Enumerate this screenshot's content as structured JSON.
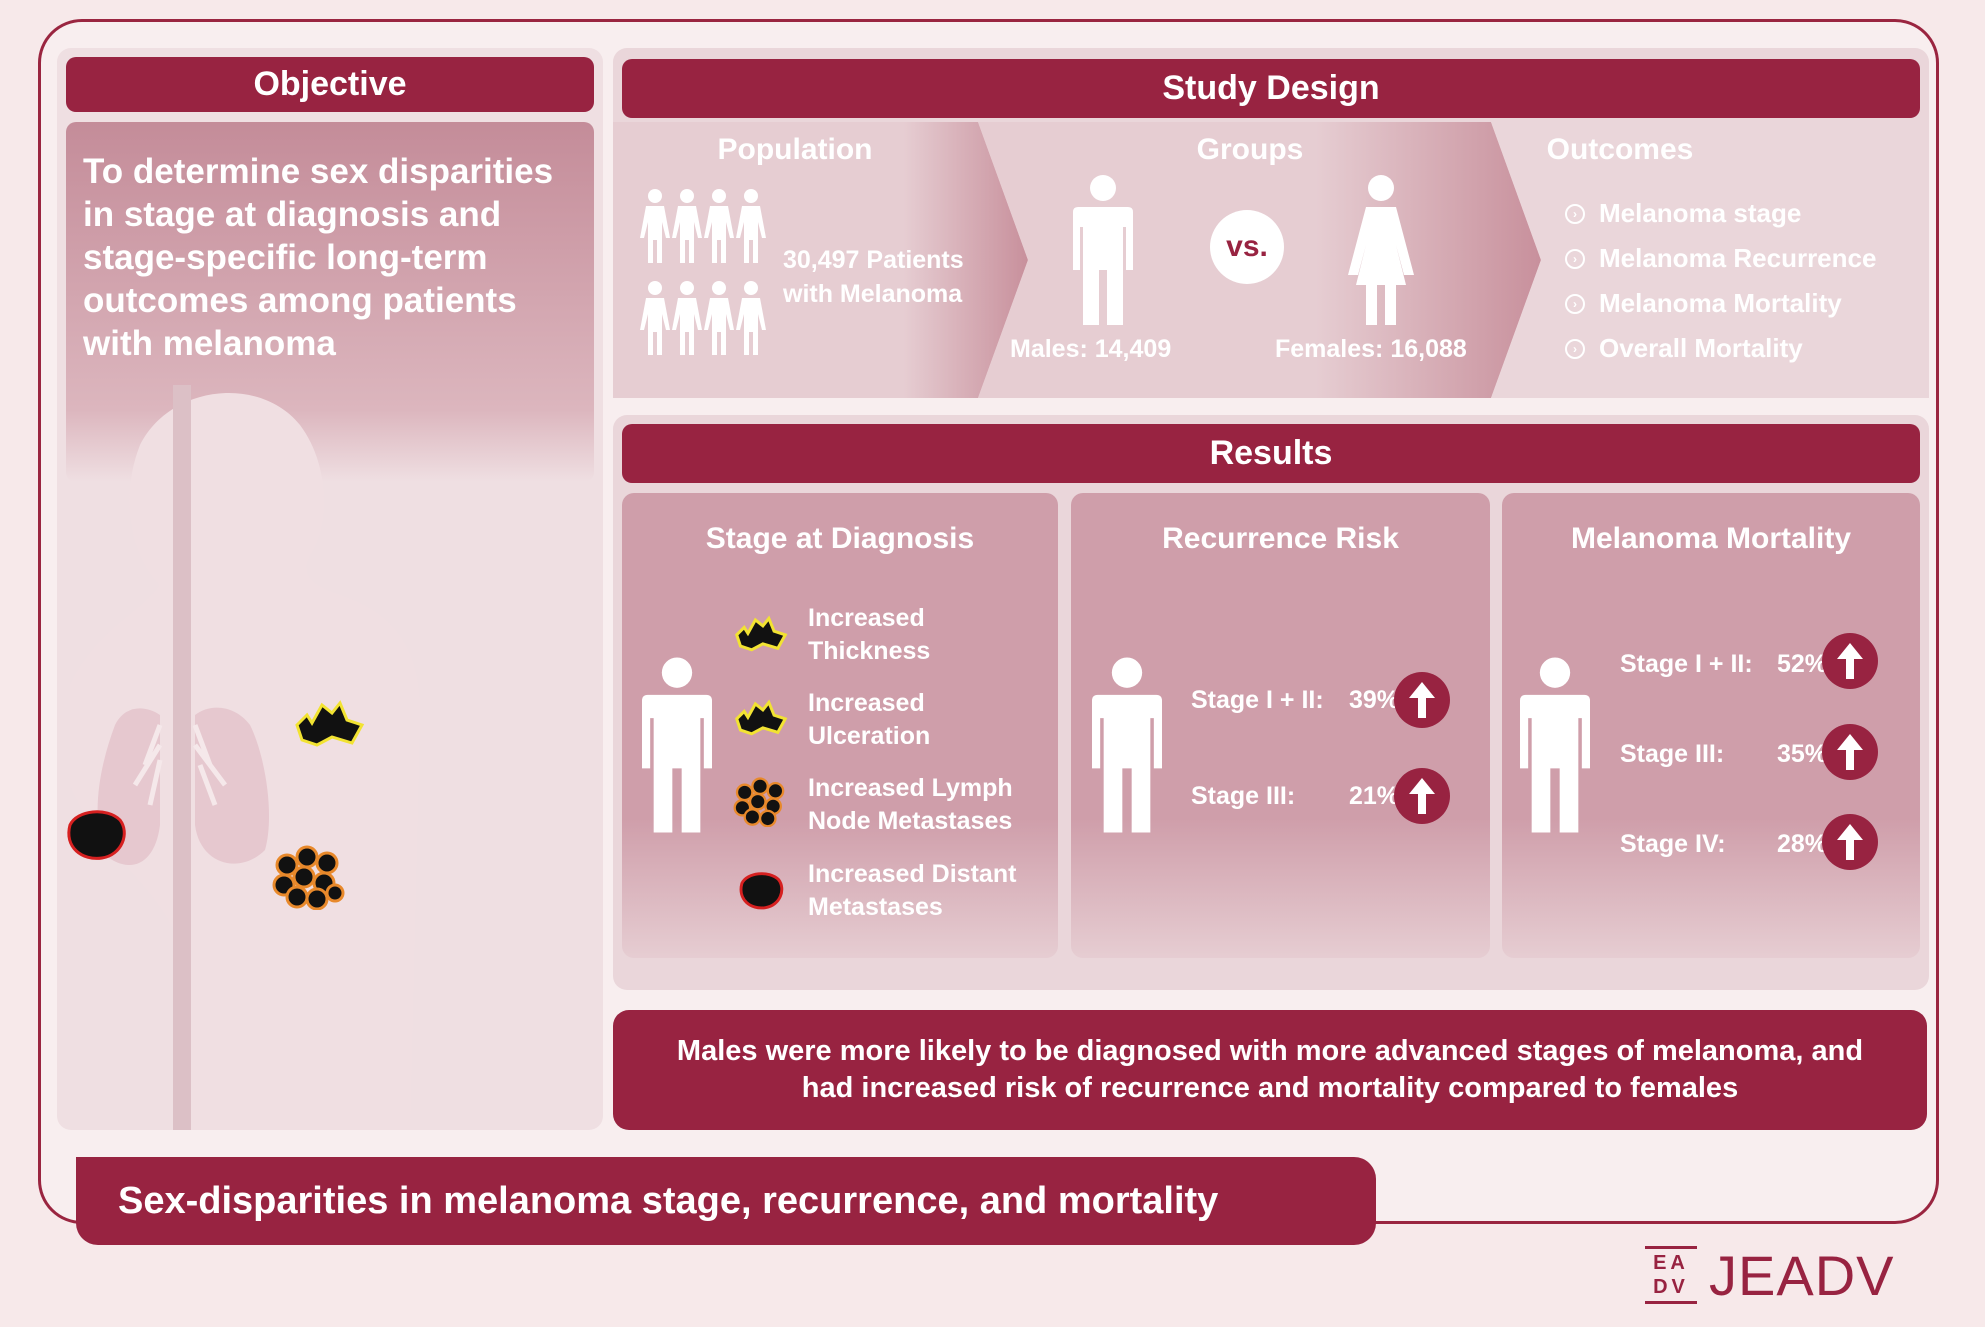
{
  "objective": {
    "header": "Objective",
    "text": "To determine sex disparities in stage at diagnosis and stage-specific long-term outcomes among patients with melanoma"
  },
  "study_design": {
    "header": "Study Design",
    "population": {
      "title": "Population",
      "text": "30,497 Patients with Melanoma"
    },
    "groups": {
      "title": "Groups",
      "vs": "vs.",
      "males": "Males: 14,409",
      "females": "Females: 16,088"
    },
    "outcomes": {
      "title": "Outcomes",
      "items": [
        "Melanoma stage",
        "Melanoma Recurrence",
        "Melanoma Mortality",
        "Overall Mortality"
      ]
    }
  },
  "results": {
    "header": "Results",
    "stage_at_diagnosis": {
      "title": "Stage at Diagnosis",
      "items": [
        "Increased Thickness",
        "Increased Ulceration",
        "Increased Lymph Node Metastases",
        "Increased Distant Metastases"
      ]
    },
    "recurrence_risk": {
      "title": "Recurrence Risk",
      "rows": [
        {
          "label": "Stage I + II:",
          "value": "39%"
        },
        {
          "label": "Stage III:",
          "value": "21%"
        }
      ]
    },
    "melanoma_mortality": {
      "title": "Melanoma Mortality",
      "rows": [
        {
          "label": "Stage I + II:",
          "value": "52%"
        },
        {
          "label": "Stage III:",
          "value": "35%"
        },
        {
          "label": "Stage IV:",
          "value": "28%"
        }
      ]
    }
  },
  "conclusion": "Males were more likely to be diagnosed with more advanced stages of melanoma, and had increased risk of recurrence and mortality compared to females",
  "footer_title": "Sex-disparities in melanoma stage, recurrence, and mortality",
  "logo": {
    "mark": "EADV",
    "text": "JEADV"
  },
  "colors": {
    "brand": "#982341",
    "panel": "#ead6da",
    "subpanel": "#cfa0aa",
    "background": "#f7e9ea"
  }
}
